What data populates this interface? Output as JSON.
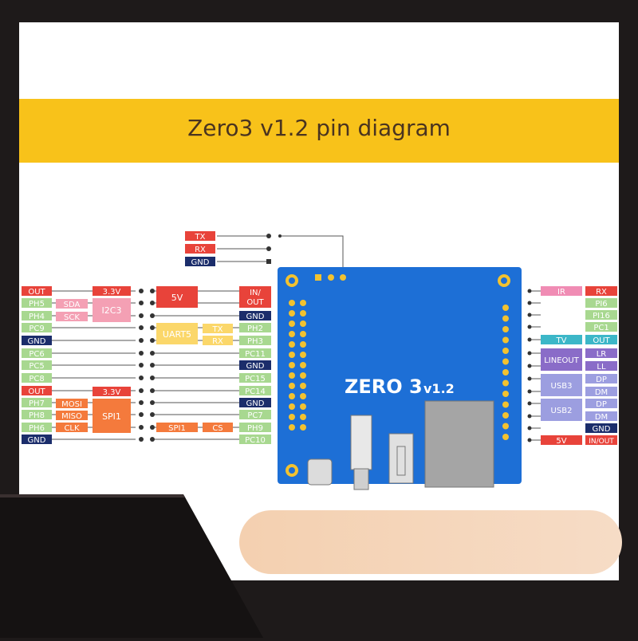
{
  "title": "Zero3 v1.2 pin diagram",
  "board_label": "ZERO 3",
  "board_version": "v1.2",
  "debug_uart": [
    "TX",
    "RX",
    "GND"
  ],
  "left_pins": [
    "OUT",
    "PH5",
    "PH4",
    "PC9",
    "GND",
    "PC6",
    "PC5",
    "PC8",
    "OUT",
    "PH7",
    "PH8",
    "PH6",
    "GND"
  ],
  "left_functions": {
    "v33_top": "3.3V",
    "sda": "SDA",
    "sck": "SCK",
    "i2c3": "I2C3",
    "v33_mid": "3.3V",
    "mosi": "MOSI",
    "miso": "MISO",
    "clk": "CLK",
    "spi1": "SPI1"
  },
  "right_pins": [
    "IN/\nOUT",
    "GND",
    "PH2",
    "PH3",
    "PC11",
    "GND",
    "PC15",
    "PC14",
    "GND",
    "PC7",
    "PH9",
    "PC10"
  ],
  "right_pin_labels": {
    "inout_line1": "IN/",
    "inout_line2": "OUT"
  },
  "right_functions": {
    "v5": "5V",
    "uart5": "UART5",
    "tx": "TX",
    "rx": "RX",
    "spi1": "SPI1",
    "cs": "CS"
  },
  "far_right": {
    "ir": "IR",
    "rx": "RX",
    "pi6": "PI6",
    "pi16": "PI16",
    "pc1": "PC1",
    "tv": "TV",
    "out": "OUT",
    "lineout": "LINEOUT",
    "lr": "LR",
    "ll": "LL",
    "usb3": "USB3",
    "dp1": "DP",
    "dm1": "DM",
    "usb2": "USB2",
    "dp2": "DP",
    "dm2": "DM",
    "gnd": "GND",
    "v5": "5V",
    "inout": "IN/OUT"
  },
  "colors": {
    "banner": "#f8c21a",
    "board": "#1d6fd6",
    "power_red": "#e8433a",
    "gnd_navy": "#1b2d6b",
    "gpio_green": "#a8d890",
    "func_pink": "#f4a0b4",
    "uart_yellow": "#fbd76a",
    "spi_orange": "#f47a3c",
    "ir_pink": "#f08cb4",
    "tv_teal": "#3cb7c8",
    "audio_purple": "#8a6cc8",
    "usb_lilac": "#9c9ee0"
  }
}
